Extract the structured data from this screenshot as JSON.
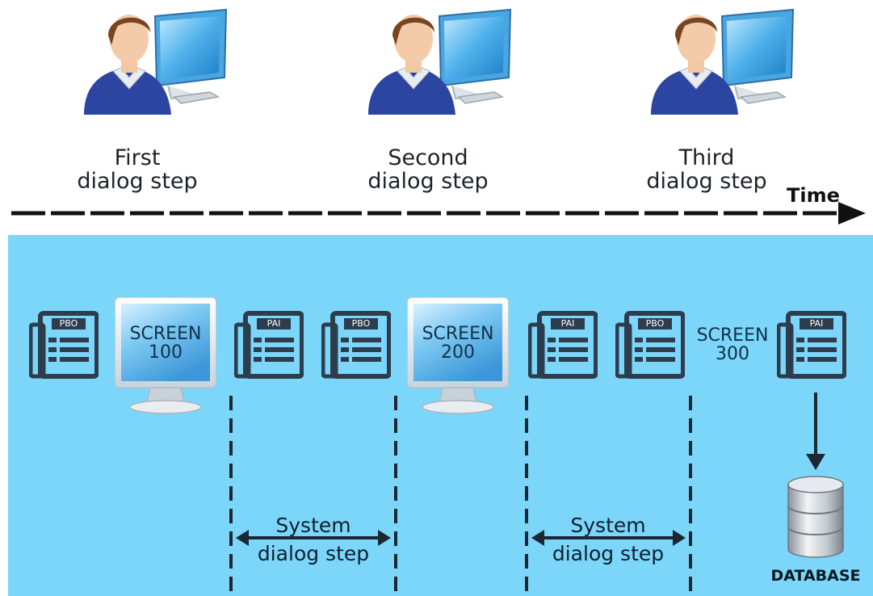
{
  "timeline": {
    "time_label": "Time",
    "steps": [
      {
        "line1": "First",
        "line2": "dialog step"
      },
      {
        "line1": "Second",
        "line2": "dialog step"
      },
      {
        "line1": "Third",
        "line2": "dialog step"
      }
    ]
  },
  "process": {
    "documents": [
      "PBO",
      "PAI",
      "PBO",
      "PAI",
      "PBO",
      "PAI"
    ],
    "screens": [
      {
        "line1": "SCREEN",
        "line2": "100"
      },
      {
        "line1": "SCREEN",
        "line2": "200"
      },
      {
        "line1": "SCREEN",
        "line2": "300"
      }
    ],
    "system_steps": [
      {
        "line1": "System",
        "line2": "dialog step"
      },
      {
        "line1": "System",
        "line2": "dialog step"
      }
    ],
    "database_label": "DATABASE"
  },
  "colors": {
    "panel": "#7cd6fa",
    "document": "#2e3d4d",
    "monitor_screen": "#56b4ea",
    "shirt": "#2b45a0"
  },
  "icons": [
    "user-at-computer-icon",
    "document-icon",
    "monitor-icon",
    "database-icon"
  ]
}
